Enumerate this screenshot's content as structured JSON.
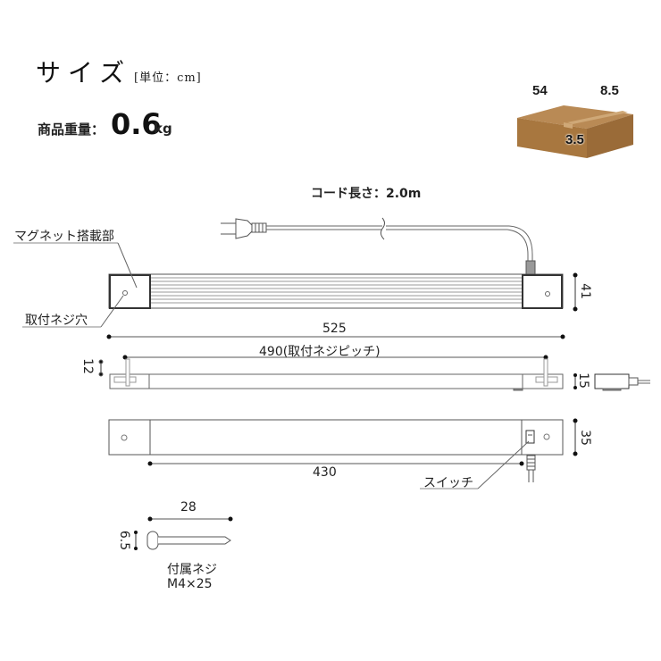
{
  "header": {
    "title": "サイズ",
    "unit": "[単位：cm]",
    "weight_label": "商品重量：",
    "weight_value": "0.6",
    "weight_unit": "kg"
  },
  "package": {
    "icon": "cardboard-box-icon",
    "dimensions": {
      "length": "54",
      "depth": "8.5",
      "height": "3.5"
    },
    "colors": {
      "top": "#b98a55",
      "front": "#a8773f",
      "side": "#9a6b38",
      "tape": "#cfa877"
    }
  },
  "cord": {
    "label": "コード長さ：2.0m",
    "icon": "power-plug-icon"
  },
  "top_view": {
    "callouts": {
      "magnet": "マグネット搭載部",
      "screw_hole": "取付ネジ穴"
    },
    "height_dim": "41"
  },
  "front_view": {
    "overall_length": "525",
    "pitch": "490(取付ネジピッチ)",
    "screw_protrusion": "12",
    "side_height": "15"
  },
  "bottom_view": {
    "height_dim": "35",
    "light_length": "430",
    "switch_label": "スイッチ"
  },
  "screw": {
    "length": "28",
    "head_dia": "6.5",
    "name": "付属ネジ",
    "spec": "M4×25"
  }
}
